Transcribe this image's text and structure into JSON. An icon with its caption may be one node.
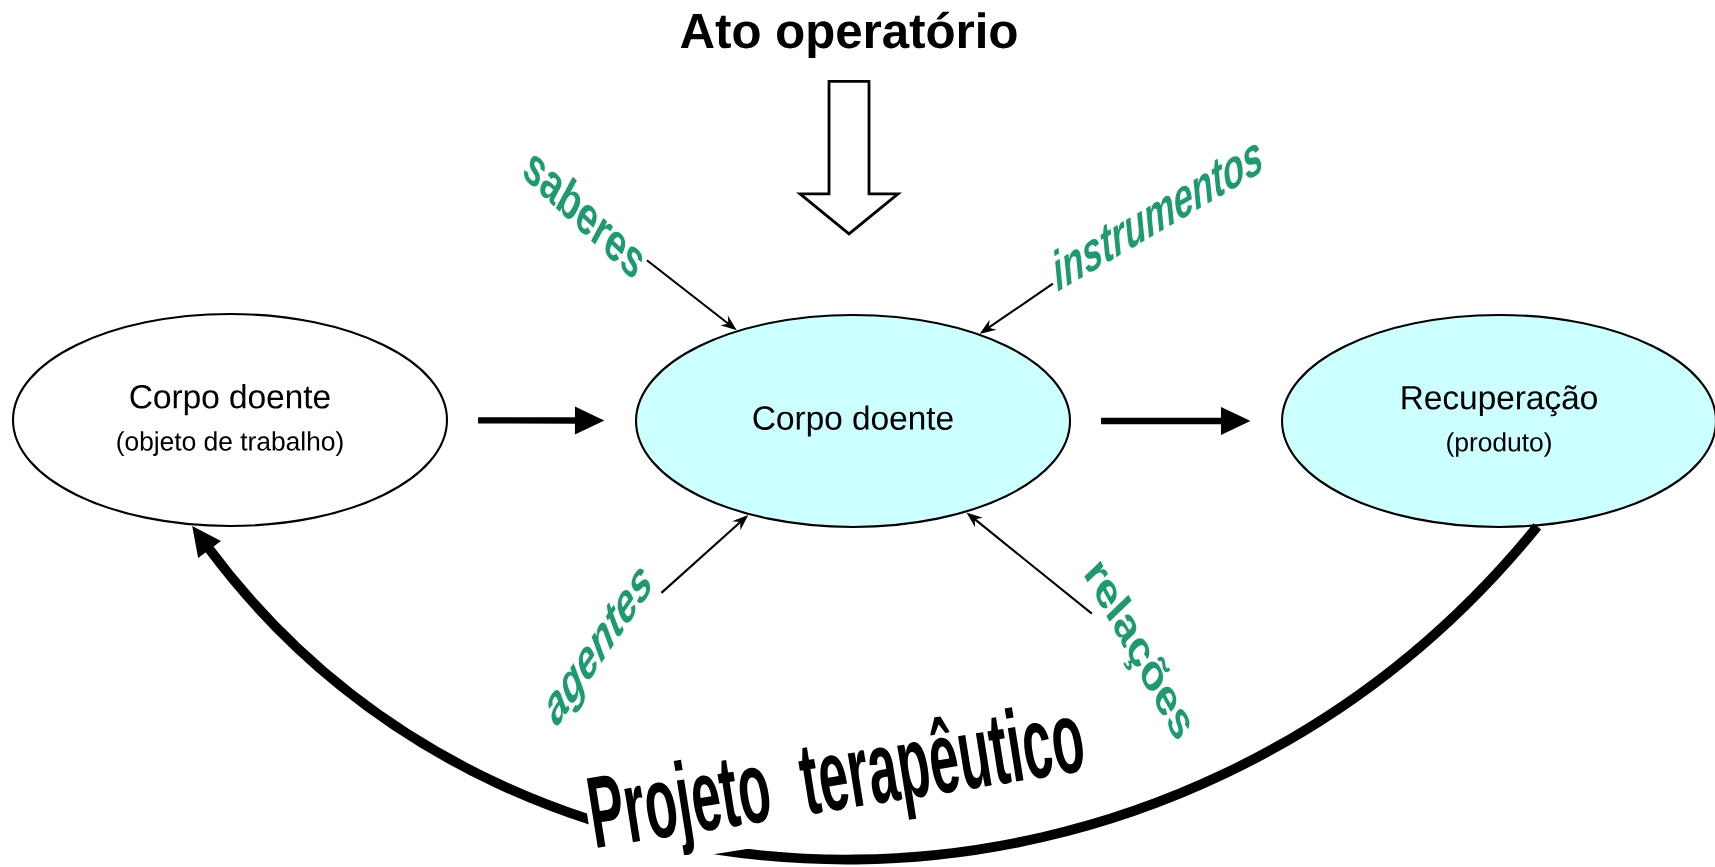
{
  "diagram": {
    "nodes": [
      {
        "text": [
          "Ato operatório"
        ]
      },
      {
        "text": [
          "Corpo doente",
          "(objeto de trabalho)"
        ]
      },
      {
        "text": [
          "Corpo doente"
        ]
      },
      {
        "text": [
          "Recuperação",
          "(produto)"
        ]
      },
      {
        "text": [
          "saberes"
        ]
      },
      {
        "text": [
          "instrumentos"
        ]
      },
      {
        "text": [
          "agentes"
        ]
      },
      {
        "text": [
          "relações"
        ]
      }
    ],
    "edges": [
      {
        "from": 0,
        "to": 2,
        "arrow": "to"
      },
      {
        "from": 1,
        "to": 2,
        "arrow": "to",
        "style": "thick"
      },
      {
        "from": 2,
        "to": 3,
        "arrow": "to",
        "style": "thick"
      },
      {
        "from": 4,
        "to": 2,
        "arrow": "to"
      },
      {
        "from": 5,
        "to": 2,
        "arrow": "to"
      },
      {
        "from": 6,
        "to": 2,
        "arrow": "to"
      },
      {
        "from": 7,
        "to": 2,
        "arrow": "to"
      },
      {
        "from": 3,
        "to": 1,
        "arrow": "to",
        "label": "Projeto terapêutico",
        "style": "thick"
      }
    ]
  }
}
